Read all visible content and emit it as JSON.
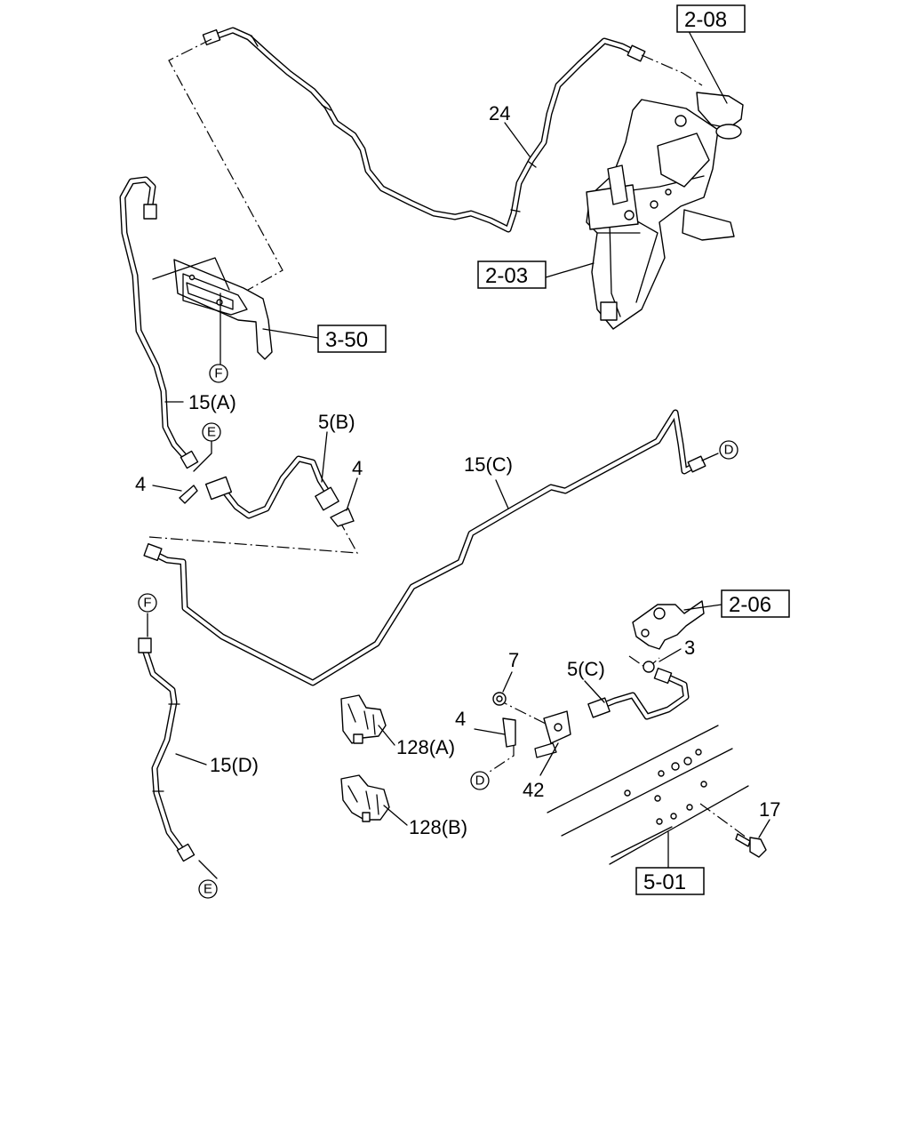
{
  "labels": {
    "item_24": "24",
    "item_15a": "15(A)",
    "item_5b": "5(B)",
    "item_4_left": "4",
    "item_4_mid": "4",
    "item_15c": "15(C)",
    "item_15d": "15(D)",
    "item_128a": "128(A)",
    "item_128b": "128(B)",
    "item_4_lower": "4",
    "item_7": "7",
    "item_5c": "5(C)",
    "item_3": "3",
    "item_42": "42",
    "item_17": "17"
  },
  "references": {
    "ref_2_08": "2-08",
    "ref_2_03": "2-03",
    "ref_3_50": "3-50",
    "ref_2_06": "2-06",
    "ref_5_01": "5-01"
  },
  "connectors": {
    "f_top": "F",
    "e_top": "E",
    "d_right": "D",
    "f_left": "F",
    "e_bottom": "E",
    "d_lower": "D"
  }
}
